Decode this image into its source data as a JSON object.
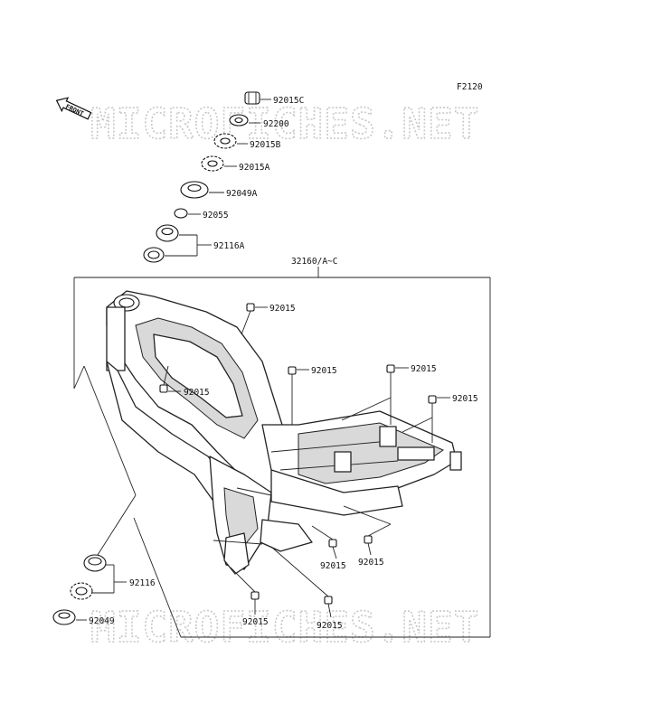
{
  "figure_code": "F2120",
  "front_label": "FRONT",
  "watermark": "MICROFICHES.NET",
  "assembly_label": "32160/A~C",
  "parts": {
    "p92015C": "92015C",
    "p92200": "92200",
    "p92015B": "92015B",
    "p92015A": "92015A",
    "p92049A": "92049A",
    "p92055": "92055",
    "p92116A": "92116A",
    "p92015": "92015",
    "p92116": "92116",
    "p92049": "92049"
  }
}
